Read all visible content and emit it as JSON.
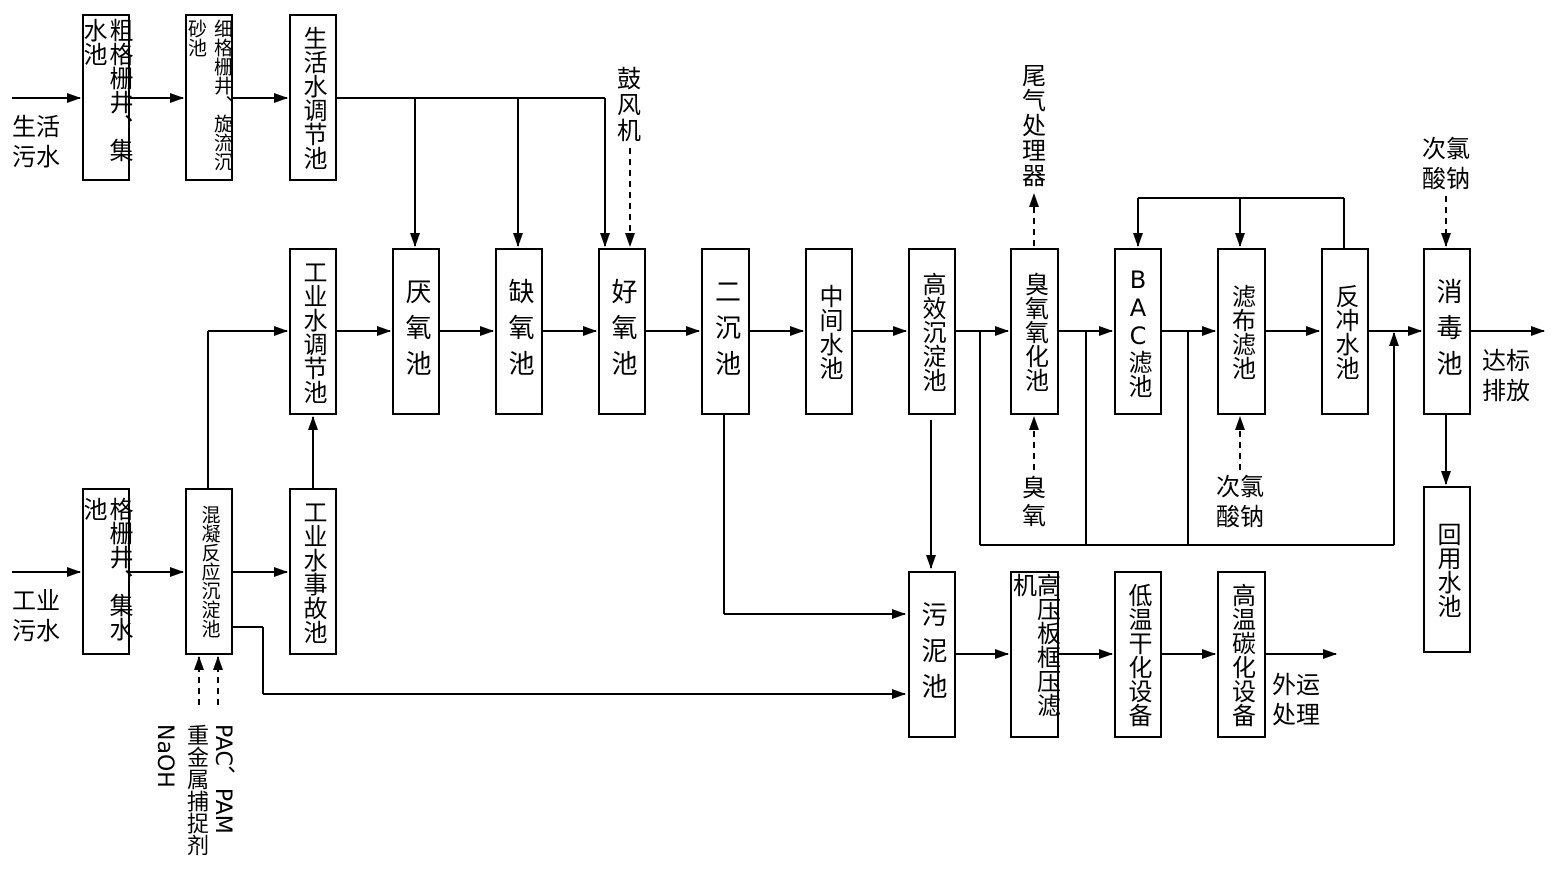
{
  "boxes": {
    "coarse_screen": "粗格栅井、集水池",
    "fine_screen": "细格栅井、旋流沉砂池",
    "domestic_tank": "生活水调节池",
    "industrial_tank": "工业水调节池",
    "anaerobic": "厌氧池",
    "anoxic": "缺氧池",
    "aerobic": "好氧池",
    "secondary": "二沉池",
    "intermediate": "中间水池",
    "hi_eff": "高效沉淀池",
    "ozone_ox": "臭氧氧化池",
    "bac": "BAC滤池",
    "cloth_filter": "滤布滤池",
    "backwash": "反冲水池",
    "disinfect": "消毒池",
    "screen_ind": "格栅井、集水池",
    "coag": "混凝反应沉淀池",
    "accident": "工业水事故池",
    "sludge": "污泥池",
    "filter_press": "高压板框压滤机",
    "dryer": "低温干化设备",
    "carbonize": "高温碳化设备",
    "reuse": "回用水池"
  },
  "labels": {
    "domestic_in": "生活\n污水",
    "industrial_in": "工业\n污水",
    "blower": "鼓\n风\n机",
    "tail_gas": "尾\n气\n处\n理\n器",
    "hypo_top": "次氯\n酸钠",
    "ozone": "臭\n氧",
    "hypo_mid": "次氯\n酸钠",
    "discharge": "达标\n排放",
    "transport": "外运\n处理",
    "chem_pac": "PAC、PAM",
    "chem_heavy": "重金属捕捉剂",
    "chem_naoh": "NaOH"
  }
}
